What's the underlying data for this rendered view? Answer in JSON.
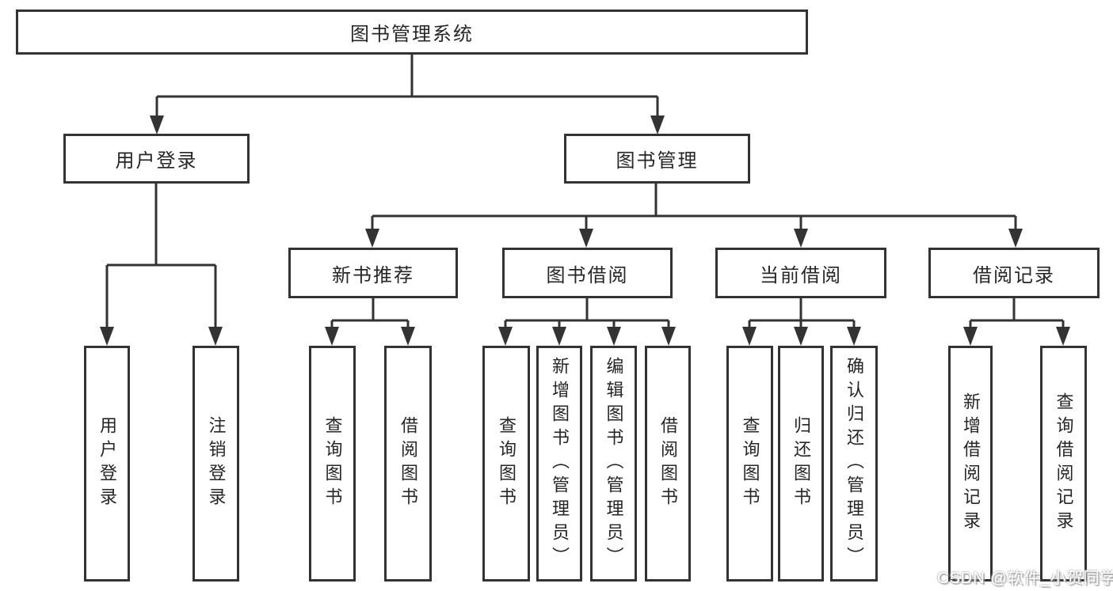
{
  "tree": {
    "label": "图书管理系统",
    "children": [
      {
        "label": "用户登录",
        "children": [
          {
            "label": "用户登录"
          },
          {
            "label": "注销登录"
          }
        ]
      },
      {
        "label": "图书管理",
        "children": [
          {
            "label": "新书推荐",
            "children": [
              {
                "label": "查询图书"
              },
              {
                "label": "借阅图书"
              }
            ]
          },
          {
            "label": "图书借阅",
            "children": [
              {
                "label": "查询图书"
              },
              {
                "label": "新增图书（管理员）"
              },
              {
                "label": "编辑图书（管理员）"
              },
              {
                "label": "借阅图书"
              }
            ]
          },
          {
            "label": "当前借阅",
            "children": [
              {
                "label": "查询图书"
              },
              {
                "label": "归还图书"
              },
              {
                "label": "确认归还（管理员）"
              }
            ]
          },
          {
            "label": "借阅记录",
            "children": [
              {
                "label": "新增借阅记录"
              },
              {
                "label": "查询借阅记录"
              }
            ]
          }
        ]
      }
    ]
  },
  "watermark": {
    "text": "CSDN @软件_小贺同学"
  },
  "colors": {
    "line": "#333333",
    "box_border": "#333333",
    "box_fill": "#ffffff",
    "text": "#262626",
    "background": "#ffffff"
  }
}
